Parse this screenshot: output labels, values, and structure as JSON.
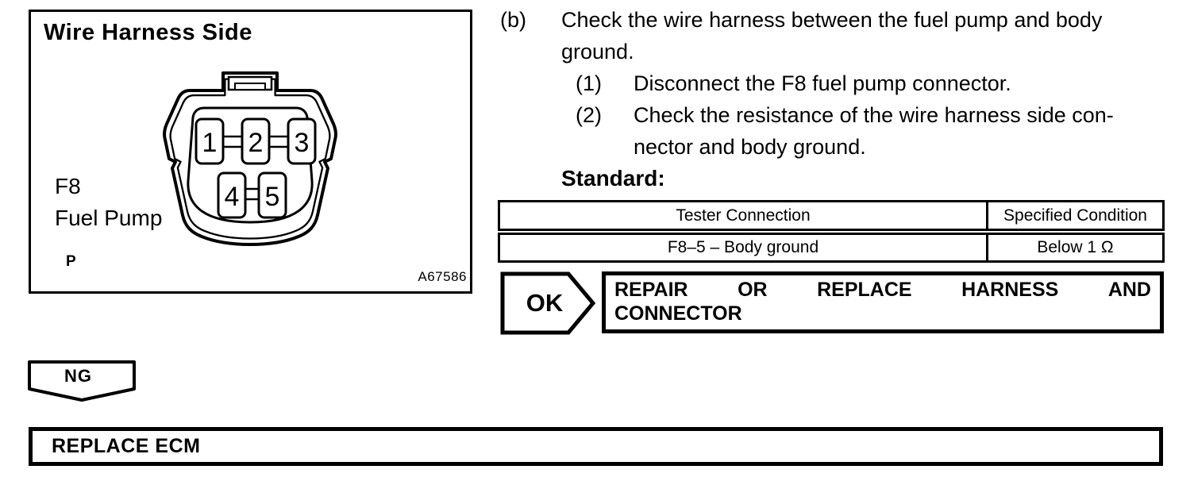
{
  "figure": {
    "title": "Wire Harness Side",
    "connector_id": "F8",
    "connector_description": "Fuel Pump",
    "wire_color_label": "P",
    "figure_code": "A67586",
    "pins": [
      "1",
      "2",
      "3",
      "4",
      "5"
    ]
  },
  "procedure": {
    "step_label": "(b)",
    "step_lines": [
      "Check the wire harness between the fuel pump and body",
      "ground."
    ],
    "substeps": [
      {
        "label": "(1)",
        "lines": [
          "Disconnect the F8 fuel pump connector."
        ]
      },
      {
        "label": "(2)",
        "lines": [
          "Check the resistance of the wire harness side con-",
          "nector and body ground."
        ]
      }
    ],
    "standard_label": "Standard:"
  },
  "table": {
    "headers": [
      "Tester Connection",
      "Specified Condition"
    ],
    "rows": [
      {
        "tester_connection": "F8–5 – Body ground",
        "specified_condition": "Below 1 Ω"
      }
    ]
  },
  "flow": {
    "ok_label": "OK",
    "ok_action_line1_words": [
      "REPAIR",
      "OR",
      "REPLACE",
      "HARNESS",
      "AND"
    ],
    "ok_action_line2": "CONNECTOR",
    "ng_label": "NG",
    "ng_action": "REPLACE ECM"
  },
  "colors": {
    "ink": "#000000",
    "paper": "#ffffff"
  }
}
